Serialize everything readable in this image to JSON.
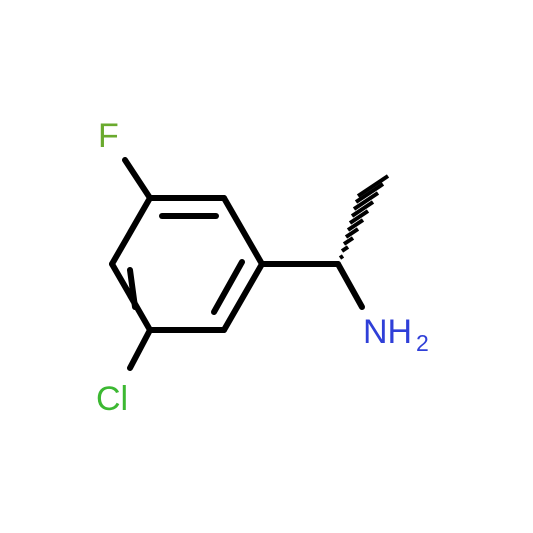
{
  "molecule": {
    "atoms": {
      "fluorine": {
        "label": "F",
        "color": "#6aaa2e"
      },
      "chlorine": {
        "label": "Cl",
        "color": "#3cb832"
      },
      "amine": {
        "label": "NH",
        "subscript": "2",
        "color": "#2f3fd8"
      }
    },
    "bond_color": "#000000",
    "stereo": "wedge-hash"
  }
}
